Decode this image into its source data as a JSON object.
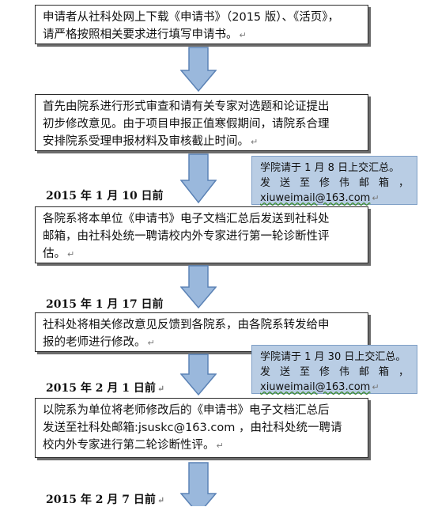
{
  "steps": [
    {
      "text": "申请者从社科处网上下载《申请书》（2015 版）、《活页》，\n请严格按照相关要求进行填写申请书。"
    },
    {
      "text": "首先由院系进行形式审查和请有关专家对选题和论证提出\n初步修改意见。由于项目申报正值寒假期间，请院系合理\n安排院系受理申报材料及审核截止时间。"
    },
    {
      "text": "各院系将本单位《申请书》电子文档汇总后发送到社科处\n邮箱，由社科处统一聘请校内外专家进行第一轮诊断性评\n估。"
    },
    {
      "text": "社科处将相关修改意见反馈到各院系，由各院系转发给申\n报的老师进行修改。"
    },
    {
      "text": "以院系为单位将老师修改后的《申请书》电子文档汇总后\n发送至社科处邮箱:jsuskc@163.com ，由社科处统一聘请\n校内外专家进行第二轮诊断性评。"
    }
  ],
  "dates": [
    "2015 年 1 月 10 日前",
    "2015 年 1 月 17 日前",
    "2015 年 2 月 1 日前",
    "2015 年 2 月 7 日前"
  ],
  "notes": [
    {
      "line1": "学院请于 1 月 8 日上交汇总。",
      "line2": "发 送 至 修 伟 邮 箱 ，",
      "email": "xiuweimail@163.com"
    },
    {
      "line1": "学院请于 1 月 30 日上交汇总。",
      "line2": "发 送 至 修 伟 邮 箱 ，",
      "email": "xiuweimail@163.com"
    }
  ],
  "paragraph_mark": "↵",
  "colors": {
    "note_fill": "#b9cde4",
    "arrow_fill": "#9ab8dc",
    "arrow_stroke": "#5b82b5"
  }
}
